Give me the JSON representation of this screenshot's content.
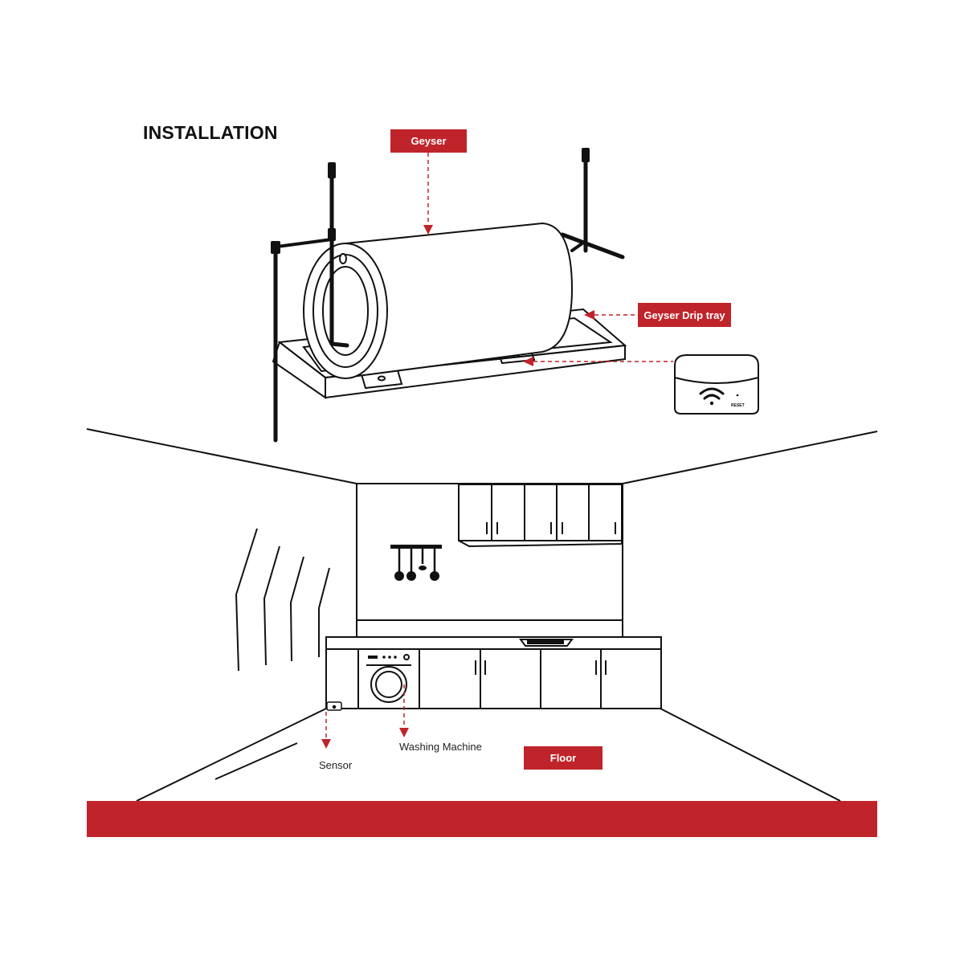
{
  "title": "INSTALLATION",
  "labels": {
    "geyser": "Geyser",
    "drip_tray": "Geyser Drip tray",
    "floor": "Floor",
    "washing_machine": "Washing Machine",
    "sensor": "Sensor",
    "hub_reset": "RESET"
  },
  "colors": {
    "accent_red": "#c0242b",
    "line": "#111111"
  },
  "icons": {
    "hub": "wifi-icon"
  }
}
